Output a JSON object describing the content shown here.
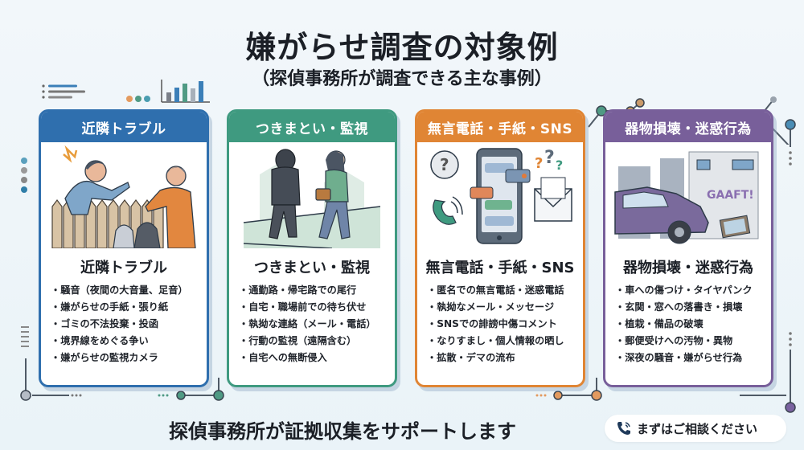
{
  "header": {
    "title": "嫌がらせ調査の対象例",
    "subtitle": "（探偵事務所が調査できる主な事例）"
  },
  "colors": {
    "card1": "#2f6fae",
    "card2": "#3f9a80",
    "card3": "#e08534",
    "card4": "#785f9a",
    "background": "#eef5f9"
  },
  "cards": [
    {
      "header": "近隣トラブル",
      "title": "近隣トラブル",
      "illustration": "neighbors-arguing-over-fence",
      "items": [
        "騒音（夜間の大音量、足音）",
        "嫌がらせの手紙・張り紙",
        "ゴミの不法投棄・投函",
        "境界線をめぐる争い",
        "嫌がらせの監視カメラ"
      ]
    },
    {
      "header": "つきまとい・監視",
      "title": "つきまとい・監視",
      "illustration": "hooded-person-following-woman",
      "items": [
        "通勤路・帰宅路での尾行",
        "自宅・職場前での待ち伏せ",
        "執拗な連絡（メール・電話）",
        "行動の監視（遠隔含む）",
        "自宅への無断侵入"
      ]
    },
    {
      "header": "無言電話・手紙・SNS",
      "title": "無言電話・手紙・SNS",
      "illustration": "smartphone-messages-phone-envelope",
      "items": [
        "匿名での無言電話・迷惑電話",
        "執拗なメール・メッセージ",
        "SNSでの誹謗中傷コメント",
        "なりすまし・個人情報の晒し",
        "拡散・デマの流布"
      ]
    },
    {
      "header": "器物損壊・迷惑行為",
      "title": "器物損壊・迷惑行為",
      "illustration": "damaged-car-graffiti-wall",
      "graffiti": "GAAFT!",
      "items": [
        "車への傷つけ・タイヤパンク",
        "玄関・窓への落書き・損壊",
        "植栽・備品の破壊",
        "郵便受けへの汚物・異物",
        "深夜の騒音・嫌がらせ行為"
      ]
    }
  ],
  "footer": {
    "message": "探偵事務所が証拠収集をサポートします",
    "cta_label": "まずはご相談ください",
    "cta_icon": "phone-icon"
  }
}
